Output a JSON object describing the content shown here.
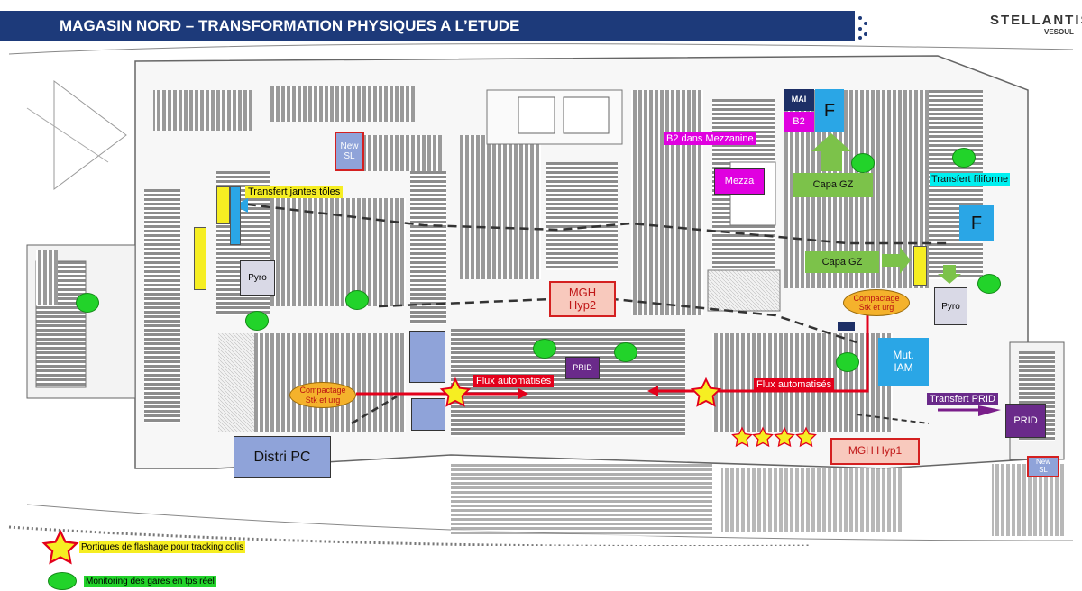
{
  "header": {
    "title": "MAGASIN NORD – TRANSFORMATION PHYSIQUES A L’ETUDE",
    "logo_text": "STELLANTIS",
    "logo_sub": "VESOUL",
    "bar_color": "#1d3a7a"
  },
  "zones": {
    "new_sl_top": [
      "New",
      "SL"
    ],
    "transfert_jantes": "Transfert jantes tôles",
    "pyro_left": "Pyro",
    "pyro_right": "Pyro",
    "mgh_hyp2": [
      "MGH",
      "Hyp2"
    ],
    "prid_center": "PRID",
    "prid_right": "PRID",
    "distri_pc": "Distri PC",
    "mai": "MAI",
    "b2": "B2",
    "f_top": "F",
    "f_right": "F",
    "b2_mezzanine": "B2 dans Mezzanine",
    "mezza": "Mezza",
    "capa_gz_top": "Capa GZ",
    "capa_gz_mid": "Capa GZ",
    "transfert_filiforme": "Transfert filiforme",
    "mut_iam": [
      "Mut.",
      "IAM"
    ],
    "transfert_prid": "Transfert PRID",
    "mgh_hyp1": "MGH Hyp1",
    "new_sl_bottom": [
      "New",
      "SL"
    ],
    "flux_left": "Flux automatisés",
    "flux_right": "Flux automatisés",
    "compactage_left": [
      "Compactage",
      "Stk et urg"
    ],
    "compactage_right": [
      "Compactage",
      "Stk et urg"
    ]
  },
  "legend": {
    "star_text": "Portiques de flashage pour tracking colis",
    "dot_text": "Monitoring des gares en tps réel"
  },
  "colors": {
    "blue_zone": "#8fa3d9",
    "cyan_zone": "#2aa6e6",
    "purple_zone": "#6a2a8a",
    "magenta_zone": "#e000e0",
    "green_zone": "#7cc24a",
    "yellow_zone": "#f6ee22",
    "salmon_zone": "#f8c9bd",
    "monitor_dot": "#22d32a",
    "arrow_red": "#e3001b"
  },
  "icons": {
    "star": "star-icon",
    "dot": "monitor-dot-icon"
  }
}
